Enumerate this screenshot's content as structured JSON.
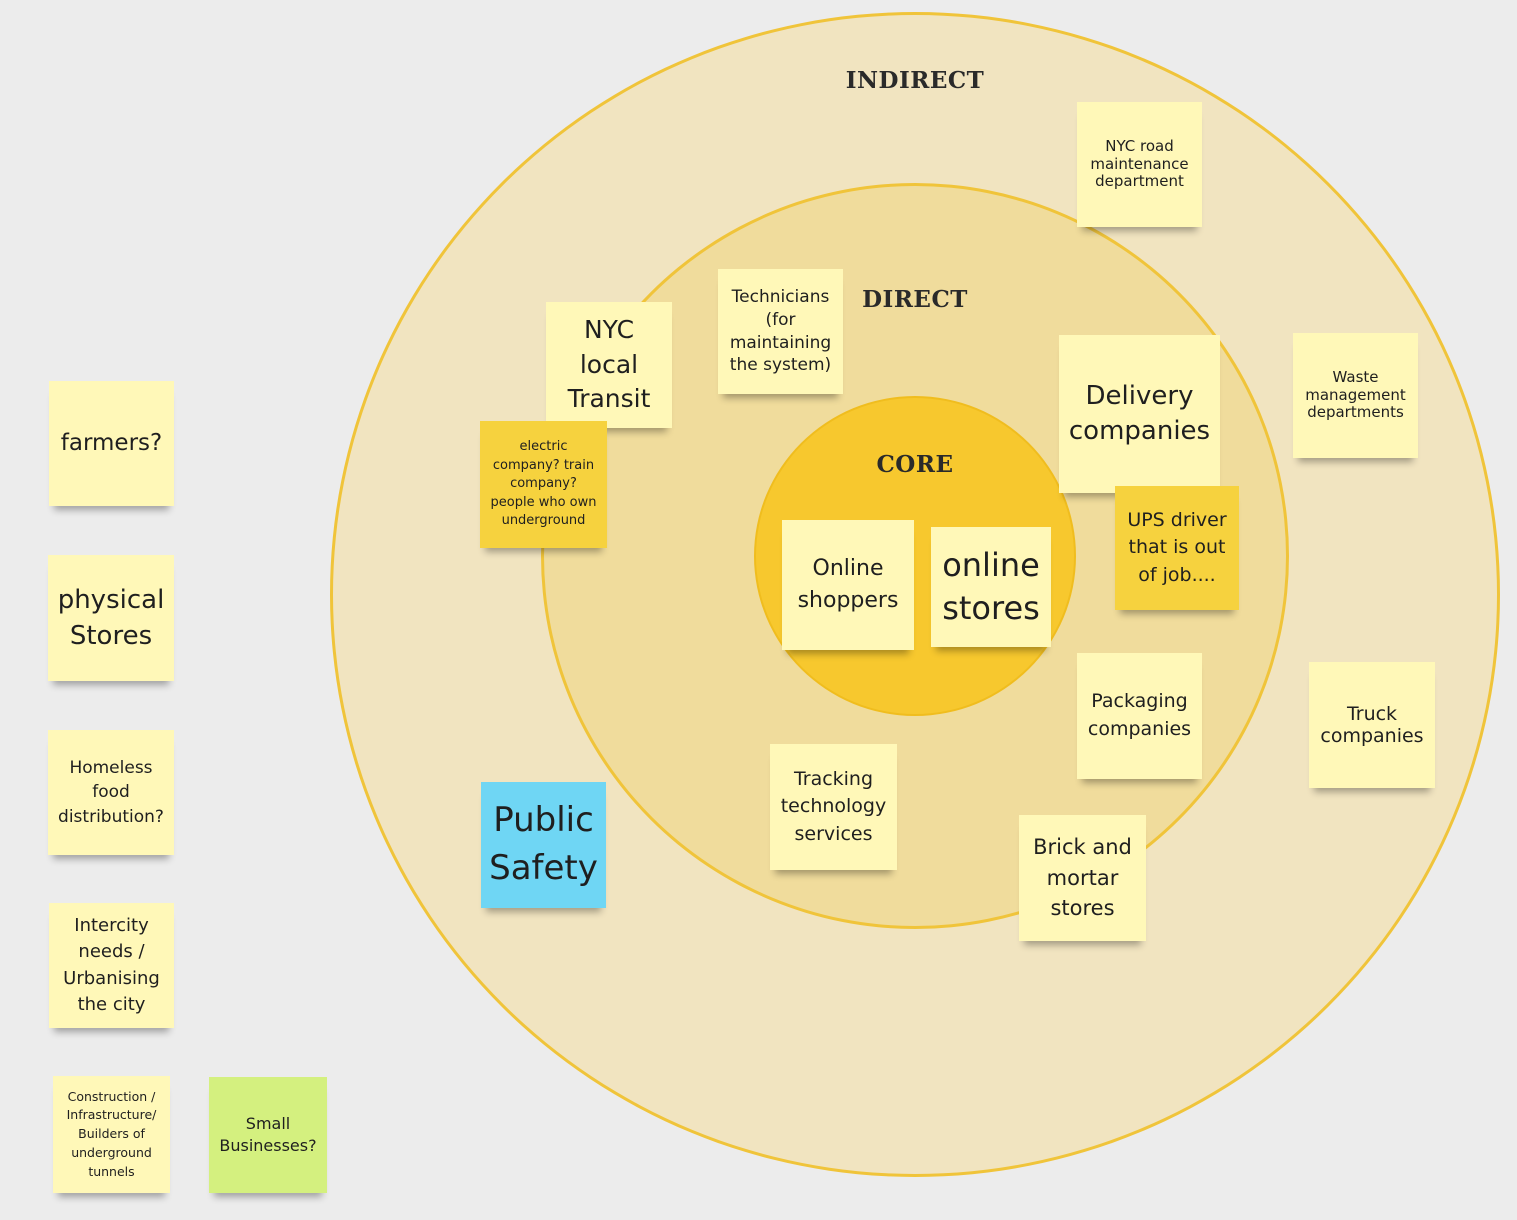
{
  "rings": {
    "indirect_label": "INDIRECT",
    "direct_label": "DIRECT",
    "core_label": "CORE"
  },
  "notes": {
    "nyc_road": "NYC road maintenance department",
    "technicians": "Technicians (for maintaining the system)",
    "nyc_transit": "NYC local Transit",
    "electric": "electric company? train company? people who own underground",
    "delivery": "Delivery companies",
    "waste": "Waste management departments",
    "online_shoppers": "Online shoppers",
    "online_stores": "online stores",
    "ups_driver": "UPS driver that is out of job....",
    "packaging": "Packaging companies",
    "truck": "Truck companies",
    "tracking": "Tracking technology services",
    "brick": "Brick and mortar stores",
    "public_safety": "Public Safety",
    "farmers": "farmers?",
    "physical_stores": "physical Stores",
    "homeless": "Homeless food distribution?",
    "intercity": "Intercity needs / Urbanising the city",
    "construction": "Construction / Infrastructure/ Builders of underground tunnels",
    "small_business": "Small Businesses?"
  },
  "colors": {
    "background": "#ececec",
    "indirect_ring": "#f1e4c0",
    "direct_ring": "#f0dc9c",
    "core_ring": "#f7c82e",
    "ring_outline": "#f0c43a",
    "sticky_yellow": "#fff8b8",
    "sticky_orange": "#f6d23e",
    "sticky_blue": "#6fd6f4",
    "sticky_green": "#d4f07f"
  }
}
